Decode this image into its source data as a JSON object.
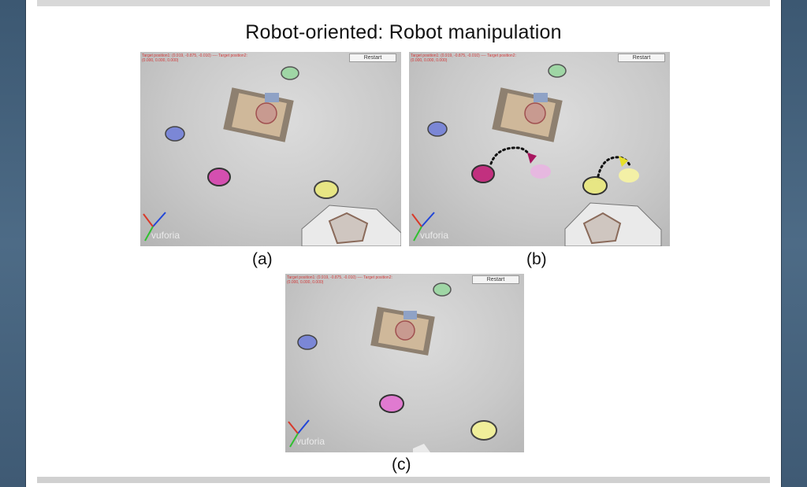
{
  "slide": {
    "title": "Robot-oriented: Robot manipulation",
    "restart_label": "Restart",
    "hud_text": "Target position1: (0.919, -0.875, -0.010) ---- Target position2: (0.000, 0.000, 0.000)",
    "watermark": "vuforia",
    "panels": [
      {
        "caption": "(a)"
      },
      {
        "caption": "(b)"
      },
      {
        "caption": "(c)"
      }
    ]
  },
  "colors": {
    "floor": "#c9c9c9",
    "robot_green": "#9fd6a5",
    "robot_blue": "#7b87d6",
    "robot_pink": "#d44fb0",
    "robot_yellow": "#e7e684",
    "target_pink": "#e6b8e0",
    "target_yellow": "#f3f0a6",
    "arrow_magenta": "#a8165f",
    "arrow_yellow": "#e6df2a"
  }
}
